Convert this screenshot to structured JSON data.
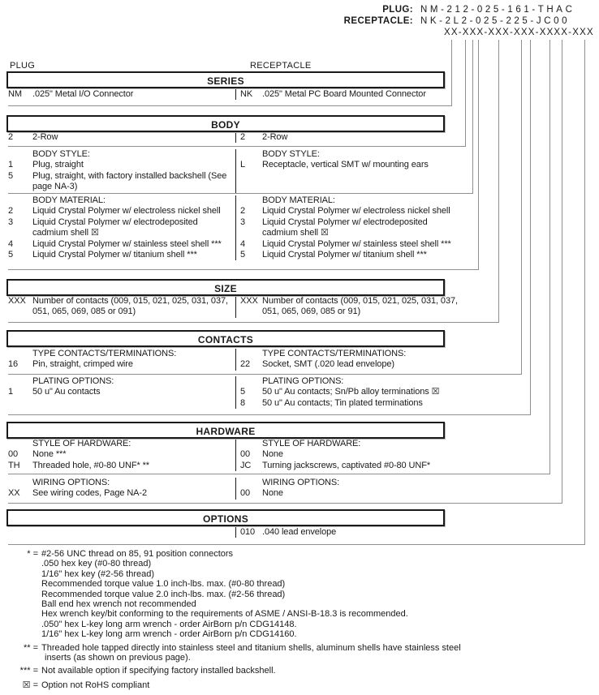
{
  "part_numbers": {
    "plug_label": "PLUG:",
    "plug_value": "NM-212-025-161-THAC",
    "receptacle_label": "RECEPTACLE:",
    "receptacle_value": "NK-2L2-025-225-JC00",
    "code_template": "XX-XXX-XXX-XXX-XXXX-XXX"
  },
  "column_headers": {
    "plug": "PLUG",
    "receptacle": "RECEPTACLE"
  },
  "sections": {
    "series": {
      "title": "SERIES",
      "groups": [
        {
          "left": [
            {
              "code": "NM",
              "text": ".025\" Metal I/O Connector"
            }
          ],
          "right": [
            {
              "code": "NK",
              "text": ".025\" Metal PC Board Mounted Connector"
            }
          ]
        }
      ]
    },
    "body": {
      "title": "BODY",
      "groups": [
        {
          "left": [
            {
              "code": "2",
              "text": "2-Row"
            }
          ],
          "right": [
            {
              "code": "2",
              "text": "2-Row"
            }
          ]
        },
        {
          "left_label": "BODY STYLE:",
          "right_label": "BODY STYLE:",
          "left": [
            {
              "code": "1",
              "text": "Plug, straight"
            },
            {
              "code": "5",
              "text": "Plug, straight, with factory installed backshell (See page NA-3)"
            }
          ],
          "right": [
            {
              "code": "L",
              "text": "Receptacle, vertical SMT w/ mounting ears"
            }
          ]
        },
        {
          "left_label": "BODY MATERIAL:",
          "right_label": "BODY MATERIAL:",
          "left": [
            {
              "code": "2",
              "text": "Liquid Crystal Polymer w/ electroless nickel shell"
            },
            {
              "code": "3",
              "text": "Liquid Crystal Polymer w/ electrodeposited cadmium shell ☒"
            },
            {
              "code": "4",
              "text": "Liquid Crystal Polymer w/ stainless steel shell ***"
            },
            {
              "code": "5",
              "text": "Liquid Crystal Polymer w/ titanium shell ***"
            }
          ],
          "right": [
            {
              "code": "2",
              "text": "Liquid Crystal Polymer w/ electroless nickel shell"
            },
            {
              "code": "3",
              "text": "Liquid Crystal Polymer w/ electrodeposited cadmium shell ☒"
            },
            {
              "code": "4",
              "text": "Liquid Crystal Polymer w/ stainless steel shell ***"
            },
            {
              "code": "5",
              "text": "Liquid Crystal Polymer w/ titanium shell ***"
            }
          ]
        }
      ]
    },
    "size": {
      "title": "SIZE",
      "groups": [
        {
          "left": [
            {
              "code": "XXX",
              "text": "Number of contacts (009, 015, 021, 025, 031, 037, 051, 065, 069, 085 or 091)"
            }
          ],
          "right": [
            {
              "code": "XXX",
              "text": "Number of contacts (009, 015, 021, 025, 031, 037, 051, 065, 069, 085 or 91)"
            }
          ]
        }
      ]
    },
    "contacts": {
      "title": "CONTACTS",
      "groups": [
        {
          "left_label": "TYPE CONTACTS/TERMINATIONS:",
          "right_label": "TYPE CONTACTS/TERMINATIONS:",
          "left": [
            {
              "code": "16",
              "text": "Pin, straight, crimped wire"
            }
          ],
          "right": [
            {
              "code": "22",
              "text": "Socket, SMT (.020 lead envelope)"
            }
          ]
        },
        {
          "left_label": "PLATING OPTIONS:",
          "right_label": "PLATING OPTIONS:",
          "left": [
            {
              "code": "1",
              "text": "50 u\" Au contacts"
            }
          ],
          "right": [
            {
              "code": "5",
              "text": "50 u\" Au contacts; Sn/Pb alloy terminations ☒"
            },
            {
              "code": "8",
              "text": "50 u\" Au contacts; Tin plated terminations"
            }
          ]
        }
      ]
    },
    "hardware": {
      "title": "HARDWARE",
      "groups": [
        {
          "left_label": "STYLE OF HARDWARE:",
          "right_label": "STYLE OF HARDWARE:",
          "left": [
            {
              "code": "00",
              "text": "None ***"
            },
            {
              "code": "TH",
              "text": "Threaded hole, #0-80 UNF* **"
            }
          ],
          "right": [
            {
              "code": "00",
              "text": "None"
            },
            {
              "code": "JC",
              "text": "Turning jackscrews, captivated #0-80 UNF*"
            }
          ]
        },
        {
          "left_label": "WIRING OPTIONS:",
          "right_label": "WIRING OPTIONS:",
          "left": [
            {
              "code": "XX",
              "text": "See wiring codes, Page NA-2"
            }
          ],
          "right": [
            {
              "code": "00",
              "text": "None"
            }
          ]
        }
      ]
    },
    "options": {
      "title": "OPTIONS",
      "groups": [
        {
          "left": [],
          "right": [
            {
              "code": "010",
              "text": ".040 lead envelope"
            }
          ]
        }
      ]
    }
  },
  "footnotes": [
    {
      "sym": "* =",
      "text": "#2-56 UNC thread on 85, 91 position connectors"
    },
    {
      "sym": "",
      "text": ".050 hex key (#0-80 thread)"
    },
    {
      "sym": "",
      "text": "1/16\" hex key (#2-56 thread)"
    },
    {
      "sym": "",
      "text": "Recommended torque value 1.0 inch-lbs. max. (#0-80 thread)"
    },
    {
      "sym": "",
      "text": "Recommended torque value 2.0 inch-lbs. max. (#2-56 thread)"
    },
    {
      "sym": "",
      "text": "Ball end hex wrench not recommended"
    },
    {
      "sym": "",
      "text": "Hex wrench key/bit conforming to the requirements of ASME / ANSI-B-18.3 is recommended."
    },
    {
      "sym": "",
      "text": ".050\" hex L-key long arm wrench - order AirBorn p/n CDG14148."
    },
    {
      "sym": "",
      "text": "1/16\" hex L-key long arm wrench - order AirBorn p/n CDG14160."
    },
    {
      "sym": "** =",
      "text": "Threaded hole tapped directly into stainless steel and titanium shells, aluminum shells have stainless steel"
    },
    {
      "sym": "",
      "text": "inserts (as shown on previous page)."
    },
    {
      "sym": "*** =",
      "text": "Not available option if specifying factory installed backshell."
    },
    {
      "sym": "☒  =",
      "text": "Option not RoHS compliant"
    }
  ],
  "colors": {
    "line_gray": "#8f8f8f",
    "border_black": "#1a1a1a",
    "background": "#ffffff"
  }
}
